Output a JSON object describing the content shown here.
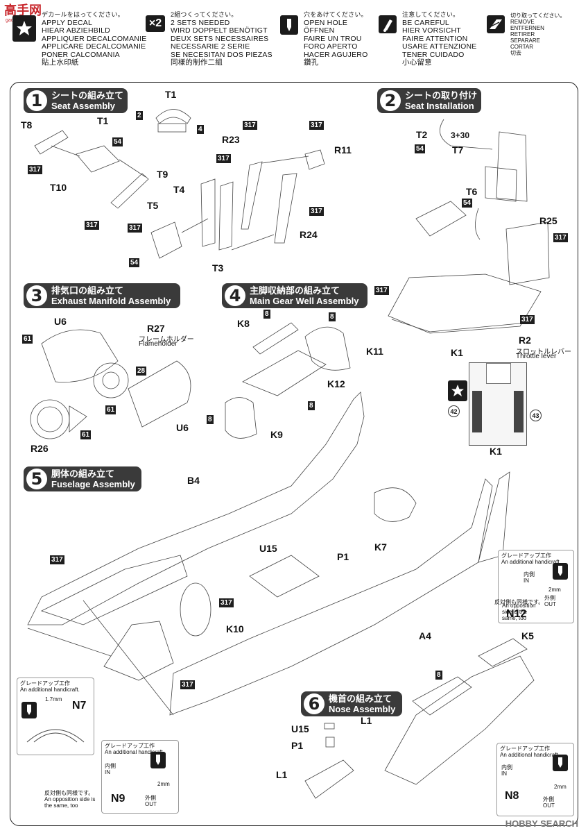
{
  "watermark_top": "高手网",
  "watermark_top_sub": "gaoshou.net",
  "legend": {
    "decal": [
      "デカールをはってください。",
      "APPLY DECAL",
      "HIEAR ABZIEHBILD",
      "APPLIQUER DECALCOMANIE",
      "APPLICARE DECALCOMANIE",
      "PONER CALCOMANIA",
      "貼上水印紙"
    ],
    "two_sets": [
      "2組つくってください。",
      "2 SETS NEEDED",
      "WIRD DOPPELT BENÖTIGT",
      "DEUX SETS NECESSAIRES",
      "NECESSARIE 2 SERIE",
      "SE NECESITAN DOS PIEZAS",
      "同樣的制作二組"
    ],
    "two_sets_icon": "×2",
    "hole": [
      "穴をあけてください。",
      "OPEN HOLE",
      "ÖFFNEN",
      "FAIRE UN TROU",
      "FORO APERTO",
      "HACER AGUJERO",
      "鑽孔"
    ],
    "careful": [
      "注意してください。",
      "BE CAREFUL",
      "HIER VORSICHT",
      "FAIRE ATTENTION",
      "USARE ATTENZIONE",
      "TENER CUIDADO",
      "小心留意"
    ],
    "remove": [
      "切り取ってください。",
      "REMOVE",
      "ENTFERNEN",
      "RETIRER",
      "SEPARARE",
      "CORTAR",
      "切去"
    ]
  },
  "steps": {
    "s1": {
      "num": "1",
      "jp": "シートの組み立て",
      "en": "Seat Assembly"
    },
    "s2": {
      "num": "2",
      "jp": "シートの取り付け",
      "en": "Seat Installation"
    },
    "s3": {
      "num": "3",
      "jp": "排気口の組み立て",
      "en": "Exhaust Manifold Assembly"
    },
    "s4": {
      "num": "4",
      "jp": "主脚収納部の組み立て",
      "en": "Main Gear Well Assembly"
    },
    "s5": {
      "num": "5",
      "jp": "胴体の組み立て",
      "en": "Fuselage Assembly"
    },
    "s6": {
      "num": "6",
      "jp": "機首の組み立て",
      "en": "Nose Assembly"
    }
  },
  "parts": {
    "T1a": "T1",
    "T1b": "T1",
    "T8": "T8",
    "T10": "T10",
    "T9": "T9",
    "T4": "T4",
    "T5": "T5",
    "T3": "T3",
    "R23": "R23",
    "R11": "R11",
    "R24": "R24",
    "T2": "T2",
    "T7": "T7",
    "T6": "T6",
    "R25": "R25",
    "K1a": "K1",
    "K1b": "K1",
    "R2": "R2",
    "U6a": "U6",
    "U6b": "U6",
    "R27": "R27",
    "R26": "R26",
    "K8": "K8",
    "K11": "K11",
    "K12": "K12",
    "K9": "K9",
    "B4": "B4",
    "U15a": "U15",
    "P1a": "P1",
    "K7": "K7",
    "K10": "K10",
    "A4": "A4",
    "K5": "K5",
    "N12": "N12",
    "N7": "N7",
    "N9": "N9",
    "N8": "N8",
    "L1a": "L1",
    "U15b": "U15",
    "P1b": "P1",
    "L1b": "L1"
  },
  "annotations": {
    "flameholder_jp": "フレームホルダー",
    "flameholder_en": "Flameholder",
    "throttle_jp": "スロットルレバー",
    "throttle_en": "Throttle lever",
    "plus": "3+30"
  },
  "paint_codes": {
    "c317": "317",
    "c54": "54",
    "c8": "8",
    "c61": "61",
    "c28": "28",
    "c2": "2",
    "c4": "4",
    "c3": "3",
    "c30": "30",
    "c42": "42",
    "c43": "43"
  },
  "gradeup": {
    "title_jp": "グレードアップ工作",
    "title_en": "An additional handicraft.",
    "in_jp": "内側",
    "in_en": "IN",
    "out_jp": "外側",
    "out_en": "OUT",
    "same_jp": "反対側も同様です。",
    "same_en": "An opposition side is the same, too",
    "mm17": "1.7mm",
    "mm2": "2mm"
  },
  "watermark_bottom": "HOBBY SEARCH",
  "colors": {
    "header_bg": "#3a3a3a",
    "icon_dark": "#1b1b1b",
    "frame": "#222222"
  }
}
